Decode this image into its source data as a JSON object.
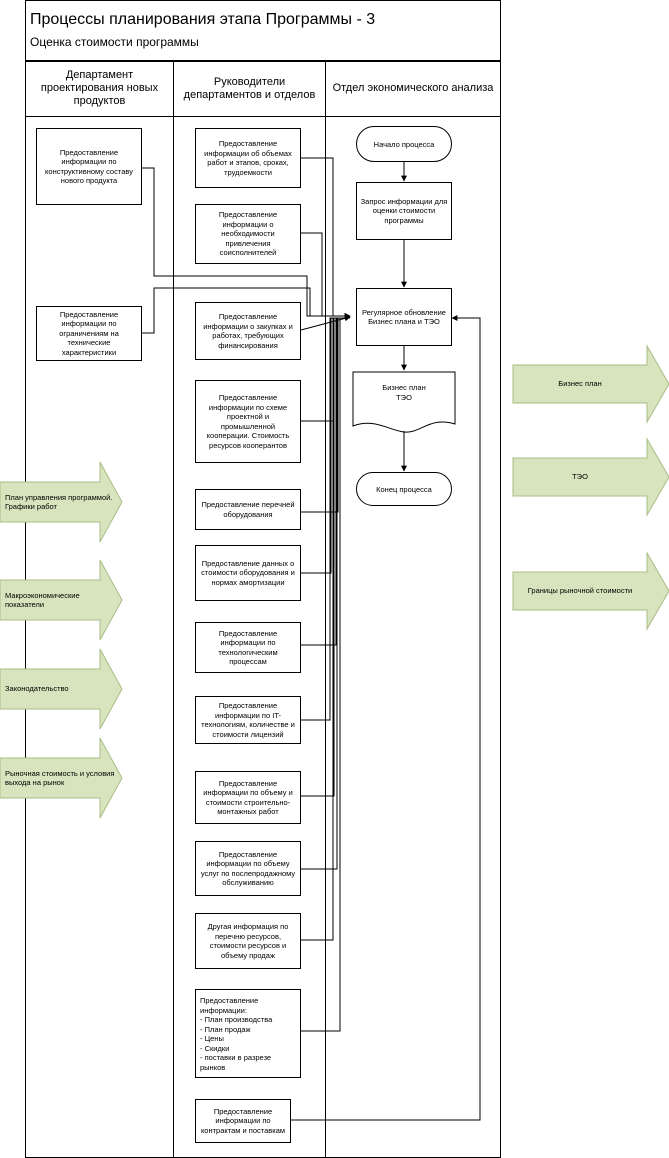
{
  "header": {
    "title": "Процессы планирования этапа Программы - 3",
    "subtitle": "Оценка стоимости программы"
  },
  "lanes": [
    {
      "label": "Департамент проектирования новых продуктов"
    },
    {
      "label": "Руководители департаментов и отделов"
    },
    {
      "label": "Отдел экономического анализа"
    }
  ],
  "dept_boxes": [
    {
      "label": "Предоставление информации по конструктивному составу нового продукта"
    },
    {
      "label": "Предоставление информации по ограничениям на технические характеристики"
    }
  ],
  "manager_boxes": [
    {
      "label": "Предоставление информации об объемах работ и этапов, сроках, трудоемкости"
    },
    {
      "label": "Предоставление информации о необходимости привлечения соисполнителей"
    },
    {
      "label": "Предоставление информации о закупках и работах, требующих финансирования"
    },
    {
      "label": "Предоставление информации по схеме проектной и промышленной кооперации. Стоимость ресурсов кооперантов"
    },
    {
      "label": "Предоставление перечней оборудования"
    },
    {
      "label": "Предоставление данных о стоимости оборудования и нормах амортизации"
    },
    {
      "label": "Предоставление информации по технологическим процессам"
    },
    {
      "label": "Предоставление информации по IT-технологиям, количестве и стоимости лицензий"
    },
    {
      "label": "Предоставление информации по объему и стоимости строительно-монтажных работ"
    },
    {
      "label": "Предоставление информации по объему услуг по послепродажному обслуживанию"
    },
    {
      "label": "Другая информация по перечню ресурсов, стоимости ресурсов и объему продаж"
    },
    {
      "label": "Предоставление информации:\n- План производства\n- План продаж\n- Цены\n- Скидки\n- поставки в разрезе рынков"
    },
    {
      "label": "Предоставление информации по контрактам и поставкам"
    }
  ],
  "process": {
    "start": "Начало процесса",
    "request": "Запрос информации для оценки стоимости программы",
    "update": "Регулярное обновление Бизнес плана и ТЭО",
    "document": "Бизнес план\nТЭО",
    "end": "Конец процесса"
  },
  "inputs": [
    {
      "label": "План управления программой. Графики работ"
    },
    {
      "label": "Макроэкономические показатели"
    },
    {
      "label": "Законодательство"
    },
    {
      "label": "Рыночная стоимость и условия выхода на рынок"
    }
  ],
  "outputs": [
    {
      "label": "Бизнес план"
    },
    {
      "label": "ТЭО"
    },
    {
      "label": "Границы рыночной стоимости"
    }
  ],
  "colors": {
    "arrow_fill": "#d7e4bd",
    "arrow_stroke": "#a9bd85",
    "line": "#000000"
  }
}
